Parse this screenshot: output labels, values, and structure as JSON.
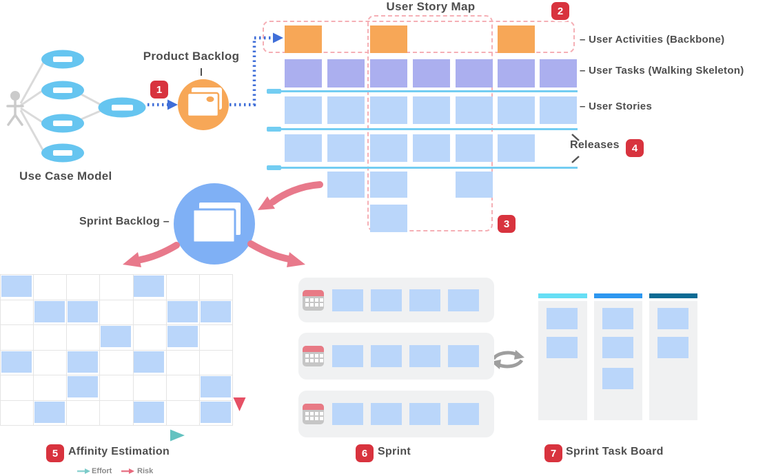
{
  "colors": {
    "badge_red": "#D8333E",
    "orange": "#F7A757",
    "periwinkle": "#ABAFEF",
    "card_blue": "#BAD6FA",
    "sky_blue": "#66C5F0",
    "release_line": "#73CDF2",
    "backlog_circle_blue": "#7FB0F5",
    "rose_arrow": "#E8798B",
    "effort_teal": "#63C2C0",
    "risk_red": "#E65065",
    "panel_gray": "#F0F1F2",
    "dashed_outline_pink": "#F5AFB5",
    "dotted_blue": "#3F6ED8",
    "text_dark": "#4E4E4E"
  },
  "use_case_model": {
    "label": "Use Case Model",
    "use_case_count": 5
  },
  "product_backlog": {
    "label": "Product Backlog",
    "badge": "1"
  },
  "story_map": {
    "title": "User Story Map",
    "badge_backbone": "2",
    "badge_story_columns": "3",
    "badge_releases": "4",
    "label_activities": "– User Activities (Backbone)",
    "label_tasks": "– User Tasks (Walking Skeleton)",
    "label_stories": "– User Stories",
    "label_releases": "Releases",
    "grid_columns": 7,
    "rows": [
      {
        "type": "user-activity",
        "color_key": "orange",
        "columns": [
          1,
          3,
          6
        ]
      },
      {
        "type": "user-task",
        "color_key": "periwinkle",
        "columns": [
          1,
          2,
          3,
          4,
          5,
          6,
          7
        ]
      },
      {
        "type": "user-story",
        "color_key": "card_blue",
        "columns": [
          1,
          2,
          3,
          4,
          5,
          6,
          7
        ]
      },
      {
        "type": "user-story",
        "color_key": "card_blue",
        "columns": [
          1,
          2,
          3,
          4,
          5,
          6
        ]
      },
      {
        "type": "user-story",
        "color_key": "card_blue",
        "columns": [
          2,
          3,
          5
        ]
      },
      {
        "type": "user-story",
        "color_key": "card_blue",
        "columns": [
          3
        ]
      }
    ],
    "release_line_count": 3
  },
  "sprint_backlog": {
    "label": "Sprint Backlog –"
  },
  "affinity_estimation": {
    "badge": "5",
    "label": "Affinity Estimation",
    "legend": {
      "effort": "Effort",
      "risk": "Risk"
    },
    "grid_columns": 7,
    "grid_rows": 6,
    "cards": [
      [
        1,
        1
      ],
      [
        1,
        5
      ],
      [
        2,
        2
      ],
      [
        2,
        3
      ],
      [
        2,
        6
      ],
      [
        2,
        7
      ],
      [
        3,
        4
      ],
      [
        3,
        6
      ],
      [
        4,
        1
      ],
      [
        4,
        3
      ],
      [
        4,
        5
      ],
      [
        5,
        3
      ],
      [
        5,
        7
      ],
      [
        6,
        2
      ],
      [
        6,
        5
      ],
      [
        6,
        7
      ]
    ]
  },
  "sprint": {
    "badge": "6",
    "label": "Sprint",
    "iteration_count": 3,
    "cards_per_iteration": 4
  },
  "sprint_task_board": {
    "badge": "7",
    "label": "Sprint Task Board",
    "columns": [
      {
        "header_color": "#66DEF5",
        "card_count": 2
      },
      {
        "header_color": "#2D97F0",
        "card_count": 3
      },
      {
        "header_color": "#0C6B94",
        "card_count": 2
      }
    ]
  }
}
